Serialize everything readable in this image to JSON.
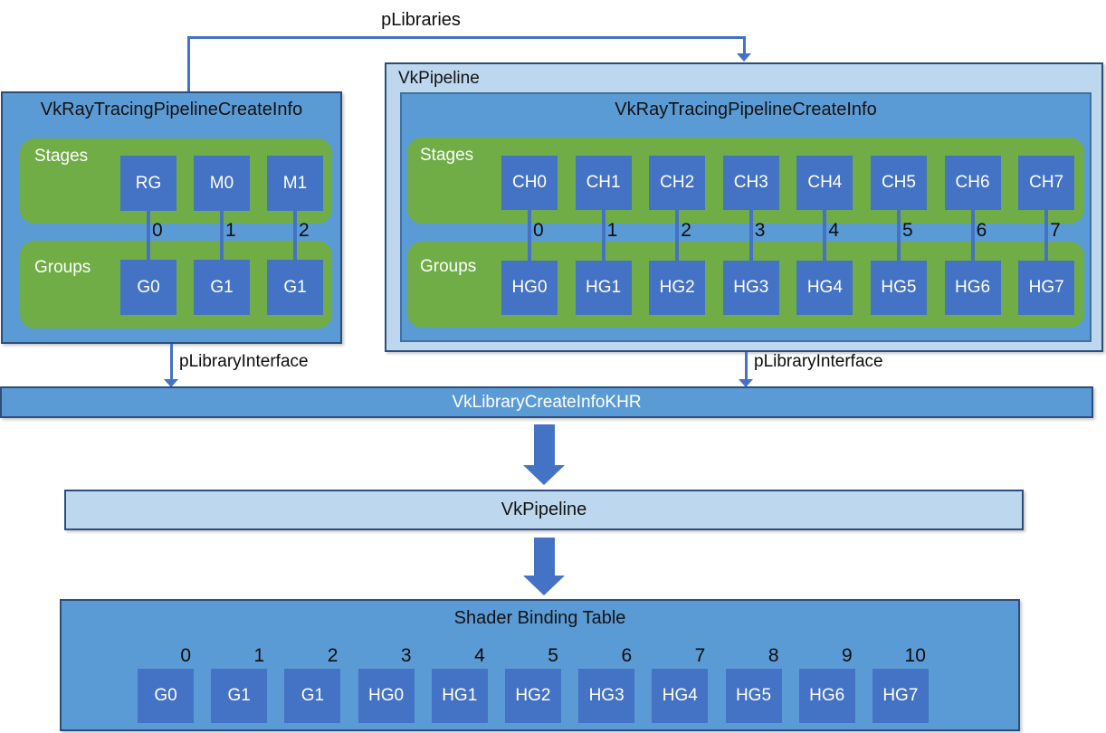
{
  "colors": {
    "medium_blue": "#5B9BD5",
    "light_blue": "#BDD7EE",
    "square_blue": "#4472C4",
    "green": "#70AD47",
    "border": "#2E4D7B",
    "connector": "#4472C4"
  },
  "labels": {
    "plibraries": "pLibraries",
    "plibrary_interface_left": "pLibraryInterface",
    "plibrary_interface_right": "pLibraryInterface",
    "library_bar": "VkLibraryCreateInfoKHR",
    "pipeline_bar": "VkPipeline"
  },
  "left_box": {
    "title": "VkRayTracingPipelineCreateInfo",
    "stages_label": "Stages",
    "groups_label": "Groups",
    "stages": [
      "RG",
      "M0",
      "M1"
    ],
    "indices": [
      "0",
      "1",
      "2"
    ],
    "groups": [
      "G0",
      "G1",
      "G1"
    ]
  },
  "right_box": {
    "title": "VkPipeline",
    "inner_title": "VkRayTracingPipelineCreateInfo",
    "stages_label": "Stages",
    "groups_label": "Groups",
    "stages": [
      "CH0",
      "CH1",
      "CH2",
      "CH3",
      "CH4",
      "CH5",
      "CH6",
      "CH7"
    ],
    "indices": [
      "0",
      "1",
      "2",
      "3",
      "4",
      "5",
      "6",
      "7"
    ],
    "groups": [
      "HG0",
      "HG1",
      "HG2",
      "HG3",
      "HG4",
      "HG5",
      "HG6",
      "HG7"
    ]
  },
  "sbt": {
    "title": "Shader Binding Table",
    "indices": [
      "0",
      "1",
      "2",
      "3",
      "4",
      "5",
      "6",
      "7",
      "8",
      "9",
      "10"
    ],
    "entries": [
      "G0",
      "G1",
      "G1",
      "HG0",
      "HG1",
      "HG2",
      "HG3",
      "HG4",
      "HG5",
      "HG6",
      "HG7"
    ]
  }
}
